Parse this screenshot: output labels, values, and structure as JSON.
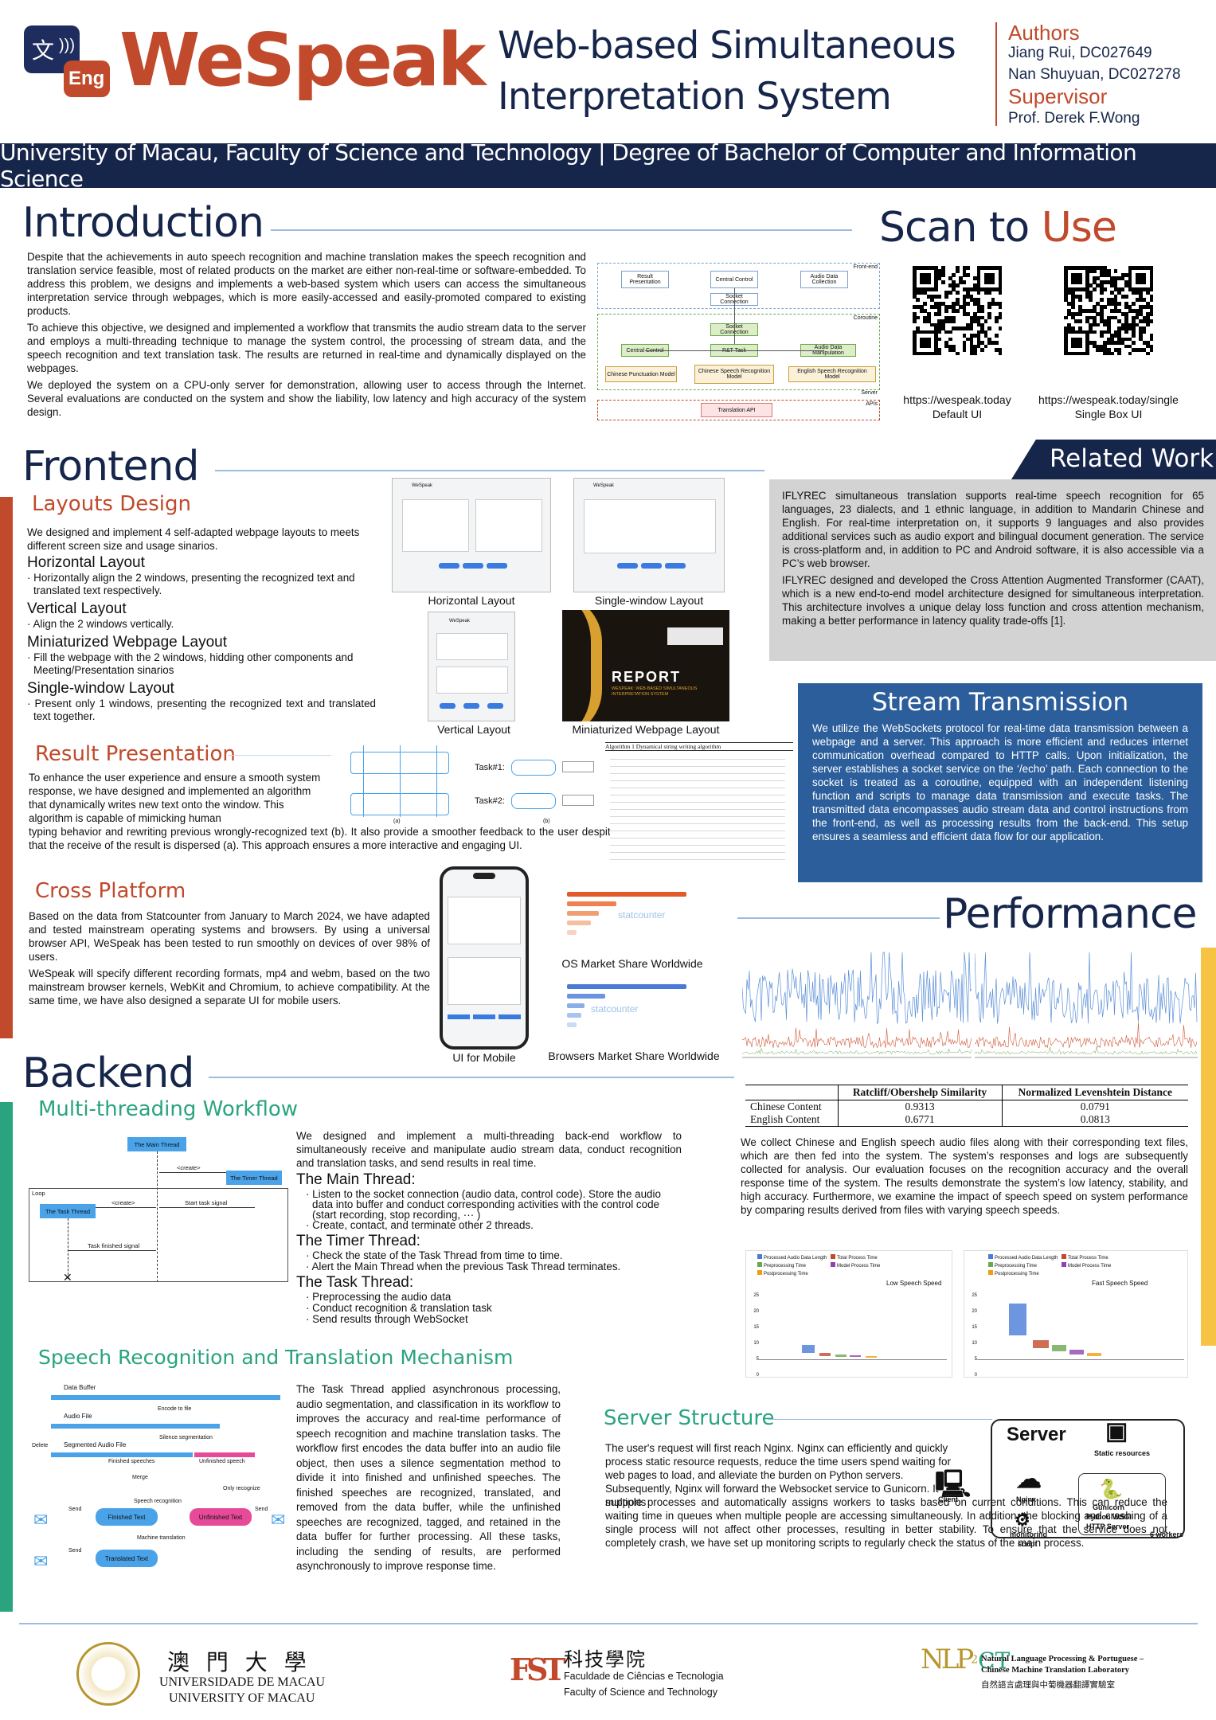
{
  "header": {
    "brand": "WeSpeak",
    "logo_text_cn": "文",
    "logo_text_eng": "Eng",
    "title_line1": "Web-based Simultaneous",
    "title_line2": "Interpretation System",
    "authors_label": "Authors",
    "author1": "Jiang Rui, DC027649",
    "author2": "Nan Shuyuan, DC027278",
    "supervisor_label": "Supervisor",
    "supervisor": "Prof. Derek F.Wong",
    "banner": "University of Macau, Faculty of Science and Technology | Degree of Bachelor of Computer and Information Science",
    "colors": {
      "navy": "#16254a",
      "orange": "#c04a2b",
      "teal": "#2aa37f"
    }
  },
  "intro": {
    "title": "Introduction",
    "p1": "Despite that the achievements in auto speech recognition and machine translation makes the speech recognition and translation service feasible, most of related products on the market are either non-real-time or software-embedded. To address this problem, we designs and implements a web-based system which users can access the simultaneous interpretation service through webpages, which is more easily-accessed and easily-promoted compared to existing products.",
    "p2": "To achieve this objective, we designed and implemented a workflow that transmits the audio stream data to the server and employs a multi-threading  technique to manage the system control, the processing of stream data, and the speech recognition and text translation task. The results are returned in  real-time and dynamically displayed on the webpages.",
    "p3": "We deployed the system on a CPU-only server for demonstration, allowing user to access through the Internet. Several evaluations are conducted on the  system and show the liability, low latency and high accuracy of the system design.",
    "diagram": {
      "frontend_label": "Front-end",
      "coroutine_label": "Coroutine",
      "server_label": "Server",
      "apis_label": "APIs",
      "result_presentation": "Result Presentation",
      "central_control_top": "Central Control",
      "audio_data_collection": "Audio Data Collection",
      "socket_connection_top": "Socket Connection",
      "socket_connection_mid": "Socket Connection",
      "central_control": "Central Control",
      "rt_task": "R&T Task",
      "audio_data_manipulation": "Audio Data Manipulation",
      "chinese_punctuation": "Chinese Punctuation Model",
      "chinese_speech": "Chinese Speech Recognition Model",
      "english_speech": "English Speech Recognition Model",
      "translation_api": "Translation API"
    }
  },
  "scan": {
    "title_part1": "Scan to ",
    "title_part2": "Use",
    "qr1_url": "https://wespeak.today",
    "qr1_label": "Default UI",
    "qr2_url": "https://wespeak.today/single",
    "qr2_label": "Single Box UI"
  },
  "frontend": {
    "title": "Frontend",
    "layouts_title": "Layouts Design",
    "layouts_intro": "We designed and implement 4 self-adapted webpage layouts to meets different screen size and usage sinarios.",
    "horizontal_h": "Horizontal Layout",
    "horizontal_b": "· Horizontally align the 2 windows, presenting the recognized text and translated text respectively.",
    "vertical_h": "Vertical Layout",
    "vertical_b": "· Align the 2 windows vertically.",
    "mini_h": "Miniaturized Webpage Layout",
    "mini_b": "· Fill the webpage with the 2 windows, hidding other components and Meeting/Presentation sinarios",
    "single_h": "Single-window Layout",
    "single_b": "· Present only 1 windows, presenting the recognized text and translated text together.",
    "cap_horizontal": "Horizontal Layout",
    "cap_single": "Single-window Layout",
    "cap_vertical": "Vertical Layout",
    "cap_mini": "Miniaturized Webpage Layout",
    "mock_brand": "WeSpeak",
    "report_title": "REPORT",
    "report_sub": "WESPEAK: WEB-BASED SIMULTANEOUS INTERPRETATION SYSTEM",
    "result_title": "Result Presentation",
    "result_text_a": "To enhance the user experience and ensure a smooth system response, we have designed and implemented an algorithm that dynamically writes new text onto the window. This algorithm is capable of mimicking human",
    "result_text_b": "typing behavior and rewriting previous wrongly-recognized text (b). It also provide a smoother feedback to the user despite that the receive of the result is dispersed (a).  This approach ensures a more interactive and engaging UI.",
    "task1": "Task#1:",
    "task2": "Task#2:",
    "label_a": "(a)",
    "label_b": "(b)",
    "algo_title": "Algorithm 1 Dynamical string writing algorithm",
    "cross_title": "Cross Platform",
    "cross_p1": "Based on the data from Statcounter from January to March 2024, we have adapted and tested mainstream operating systems and browsers. By using a universal browser API, WeSpeak has been tested to run smoothly on devices of over 98% of users.",
    "cross_p2": "WeSpeak will specify different recording formats, mp4 and webm, based on the two mainstream browser kernels, WebKit and Chromium, to achieve compatibility. At the same time, we have also designed a separate UI for mobile users.",
    "cap_mobile": "UI for Mobile",
    "cap_os": "OS Market Share Worldwide",
    "cap_browser": "Browsers Market Share Worldwide",
    "statcounter": "statcounter"
  },
  "related": {
    "title": "Related Work",
    "p1": "IFLYREC simultaneous translation supports real-time speech recognition for 65 languages, 23 dialects, and 1 ethnic language, in addition to Mandarin Chinese and English. For real-time interpretation on, it supports 9 languages and also provides additional services such as audio export and bilingual document generation. The service is cross-platform and, in addition to PC and Android software, it is also accessible via a PC’s web browser.",
    "p2": "IFLYREC designed and developed the Cross Attention Augmented Transformer (CAAT), which is a new end-to-end model architecture designed for simultaneous interpretation. This architecture involves a unique delay loss function and cross attention mechanism, making a better performance in latency quality trade-offs [1]."
  },
  "stream": {
    "title": "Stream Transmission",
    "text": "We utilize the WebSockets protocol for real-time data transmission between a webpage and a server. This approach is more efficient and reduces internet communication overhead compared to HTTP calls. Upon initialization, the server establishes a socket service on the ‘/echo’ path. Each connection to the socket is treated as a coroutine, equipped with an independent listening function and scripts to manage data transmission and execute tasks. The transmitted data encompasses audio stream data and control instructions from the front-end, as well as processing results from the back-end. This setup ensures a seamless and efficient data flow for our application."
  },
  "performance": {
    "title": "Performance",
    "table": {
      "headers": [
        "",
        "Ratcliff/Obershelp Similarity",
        "Normalized Levenshtein Distance"
      ],
      "rows": [
        [
          "Chinese Content",
          "0.9313",
          "0.0791"
        ],
        [
          "English Content",
          "0.6771",
          "0.0813"
        ]
      ]
    },
    "text": "We collect Chinese and English speech audio files along with their corresponding text files,  which are then fed into the system. The system’s responses and logs are subsequently    collected  for analysis. Our evaluation focuses on the recognition accuracy and the overall response time of the system. The results demonstrate the system’s low latency, stability,  and high accuracy. Furthermore, we examine the impact of speech speed on system  performance by comparing results derived from files with varying speech speeds.",
    "box_low_title": "Low Speech Speed",
    "box_fast_title": "Fast Speech Speed",
    "legend": [
      "Processed Audio Data Length",
      "Total Process Time",
      "Preprocessing Time",
      "Model Process Time",
      "Postprocessing Time"
    ],
    "yticks": [
      "25",
      "20",
      "15",
      "10",
      "5",
      "0"
    ]
  },
  "backend": {
    "title": "Backend",
    "mt_title": "Multi-threading Workflow",
    "main_thread": "The Main Thread",
    "timer_thread": "The Timer Thread",
    "task_thread": "The Task Thread",
    "create1": "<create>",
    "create2": "<create>",
    "start_task": "Start task signal",
    "task_finished": "Task finished signal",
    "loop": "Loop",
    "mt_intro": "We designed and implement a multi-threading back-end workflow to simultaneously receive and manipulate audio stream data, conduct recognition and translation tasks, and send results in real time.",
    "main_h": "The Main Thread:",
    "main_b1": "· Listen to the socket connection (audio data, control code). Store the audio data into buffer and conduct corresponding activities with the control code (start recording, stop recording, ··· )",
    "main_b2": "· Create, contact, and terminate other 2 threads.",
    "timer_h": "The Timer Thread:",
    "timer_b1": "· Check the state of the Task Thread from time to time.",
    "timer_b2": "· Alert the Main Thread when the previous Task Thread terminates.",
    "task_h": "The Task Thread:",
    "task_b1": "· Preprocessing the audio data",
    "task_b2": "· Conduct recognition & translation task",
    "task_b3": "· Send results through WebSocket",
    "sr_title": "Speech Recognition and Translation Mechanism",
    "sr_text": "The Task Thread applied asynchronous processing, audio segmentation, and classification in its workflow to improves the accuracy and real-time performance of speech recognition and machine translation tasks. The workflow first encodes the data buffer into an audio file object, then uses a silence segmentation method to divide it into finished and unfinished speeches. The finished speeches are recognized, translated, and removed from the data buffer, while the unfinished speeches are recognized, tagged, and retained in the data buffer for further processing. All these tasks, including the sending of results, are performed asynchronously to improve response time.",
    "sr_diagram": {
      "data_buffer": "Data Buffer",
      "encode": "Encode to file",
      "audio_file": "Audio File",
      "delete": "Delete",
      "silence": "Silence segmentation",
      "segmented": "Segmented Audio File",
      "finished": "Finished speeches",
      "unfinished": "Unfinished speech",
      "merge": "Merge",
      "speech_rec": "Speech recognition",
      "only_rec": "Only recognize",
      "finished_text": "Finished Text",
      "unfinished_text": "Unfinished Text",
      "machine_trans": "Machine translation",
      "translated_text": "Translated Text",
      "send1": "Send",
      "send2": "Send",
      "send3": "Send"
    }
  },
  "server": {
    "title": "Server Structure",
    "text_a": "The user's request will first reach Nginx. Nginx can efficiently and quickly process static resource requests, reduce the time users spend waiting for web pages to load, and alleviate the burden on Python servers. Subsequently, Nginx will forward the Websocket service to Gunicorn. It supports",
    "text_b": "multiple processes and automatically assigns workers to tasks based on current conditions. This can reduce the waiting time in queues when multiple people are accessing simultaneously. In addition, the blocking and crashing of a single process will not affect other processes, resulting in better stability. To ensure that the service does not completely crash, we have set up monitoring scripts to regularly check the status of the main process.",
    "diagram_title": "Server",
    "static": "Static resources",
    "client": "Client",
    "nginx": "Nginx",
    "gunicorn": "Gunicorn",
    "python_wsgi": "Python WSGI",
    "http_server": "HTTP Server",
    "workers": "6 workers",
    "monitoring": "monitoring",
    "script": "script"
  },
  "footer": {
    "um_cn": "澳 門 大 學",
    "um_pt": "UNIVERSIDADE DE MACAU",
    "um_en": "UNIVERSITY OF MACAU",
    "fst_cn": "科技學院",
    "fst_pt": "Faculdade de Ciências e Tecnologia",
    "fst_en": "Faculty of Science and Technology",
    "nlp_en1": "Natural Language Processing & Portuguese –",
    "nlp_en2": "Chinese Machine Translation Laboratory",
    "nlp_cn": "自然語言處理與中葡機器翻譯實驗室",
    "nlp_logo": "NLP",
    "nlp_sup": "2",
    "nlp_sub": "CT",
    "fst_logo": "FST"
  }
}
